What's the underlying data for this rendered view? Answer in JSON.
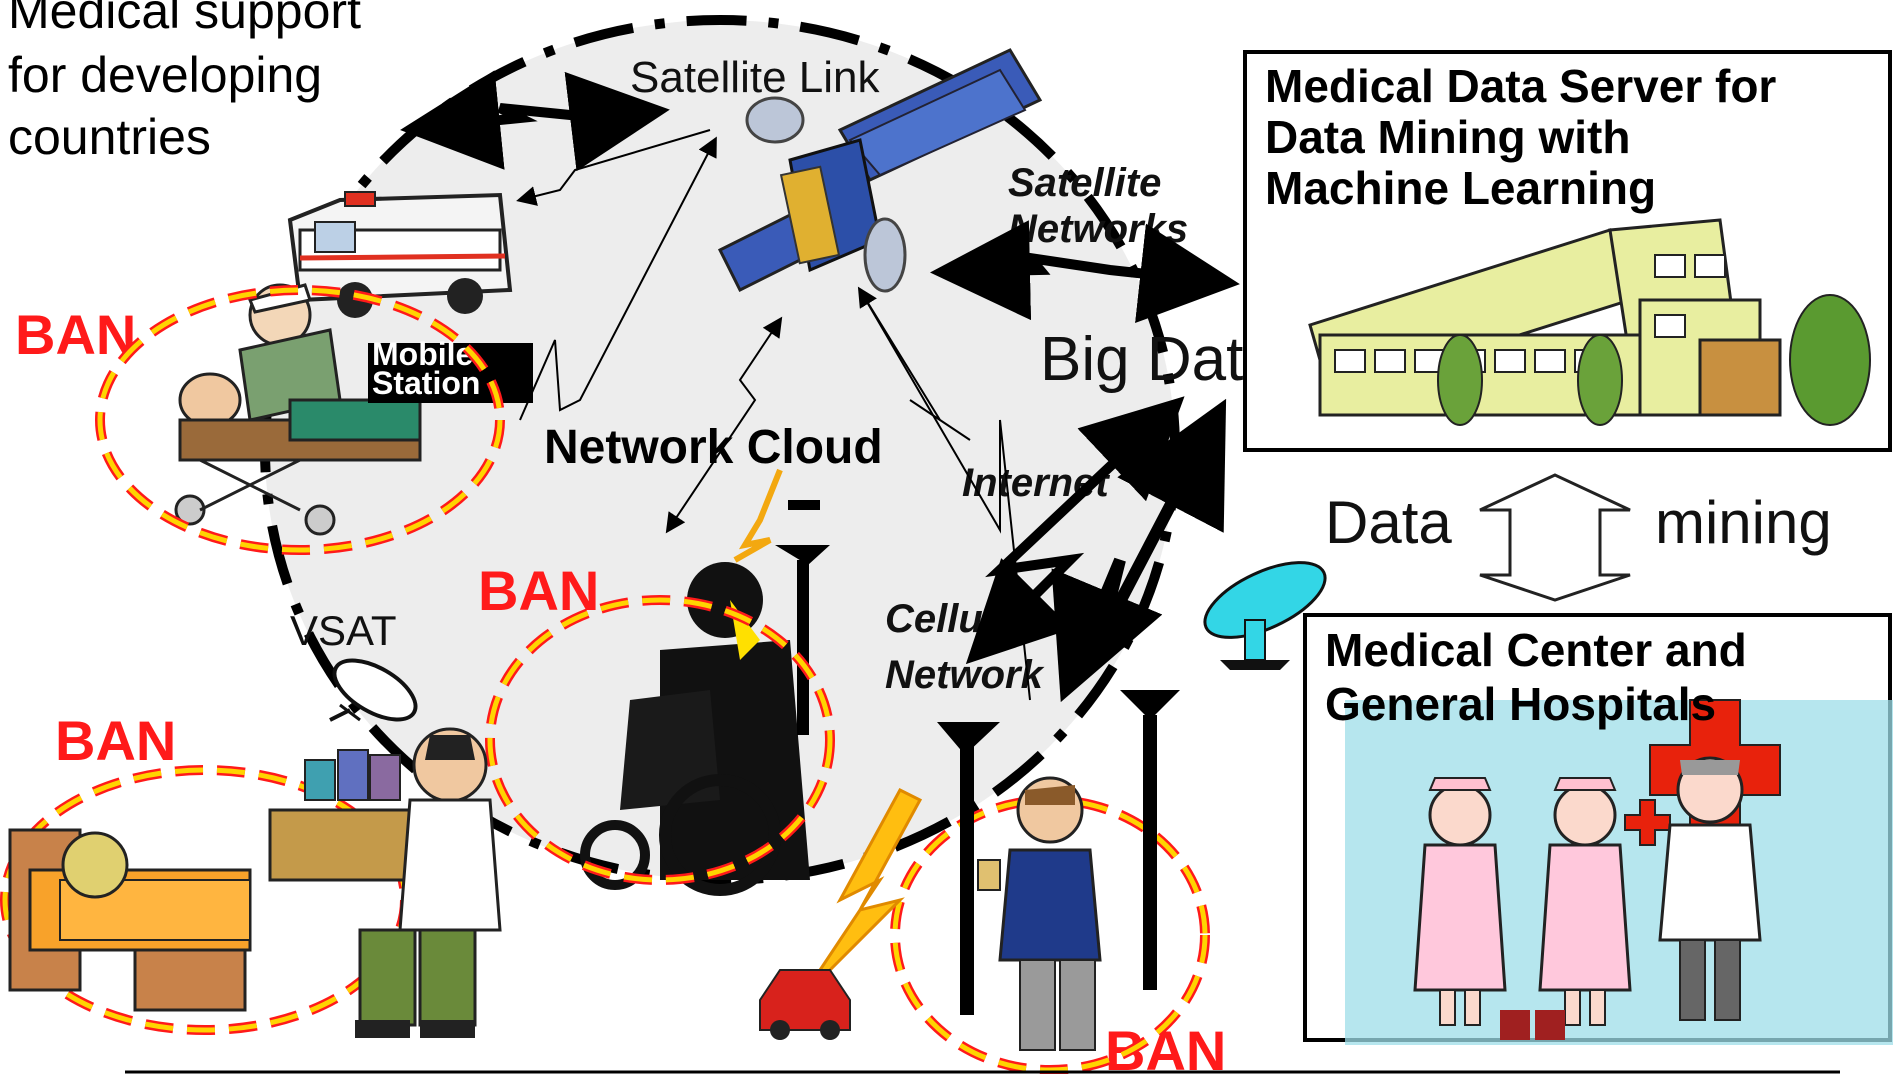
{
  "intro_text": [
    "Medical support",
    "for developing",
    "countries"
  ],
  "labels": {
    "satellite_link": "Satellite Link",
    "satellite_networks": [
      "Satellite",
      "Networks"
    ],
    "mobile_station": [
      "Mobile",
      "Station"
    ],
    "network_cloud": "Network Cloud",
    "internet": "Internet",
    "cellular_network": [
      "Cellular",
      "Network"
    ],
    "vsat": "VSAT",
    "big_data": "Big Data",
    "data_mining_left": "Data",
    "data_mining_right": "mining"
  },
  "ban_labels": [
    "BAN",
    "BAN",
    "BAN",
    "BAN"
  ],
  "server_box": {
    "title": [
      "Medical Data Server for",
      "Data Mining with",
      "Machine Learning"
    ]
  },
  "hospital_box": {
    "title": [
      "Medical Center and",
      "General Hospitals"
    ]
  },
  "colors": {
    "ban_red": "#ff1a1a",
    "ban_ring": "#ffd400",
    "cloud_fill": "#ececec",
    "satellite_blue": "#2c4fa8",
    "building_fill": "#e8eea0",
    "hospital_cross": "#e8220c",
    "dish_cyan": "#33d6e6",
    "car_red": "#d8221c"
  },
  "icons": [
    "satellite-icon",
    "ambulance-icon",
    "patient-stretcher-icon",
    "wheelchair-person-icon",
    "antenna-tower-icon",
    "vsat-dish-icon",
    "bed-patient-icon",
    "doctor-desk-icon",
    "businessman-phone-icon",
    "car-icon",
    "building-icon",
    "nurse-icon",
    "doctor-icon",
    "red-cross-icon",
    "satellite-dish-icon"
  ]
}
